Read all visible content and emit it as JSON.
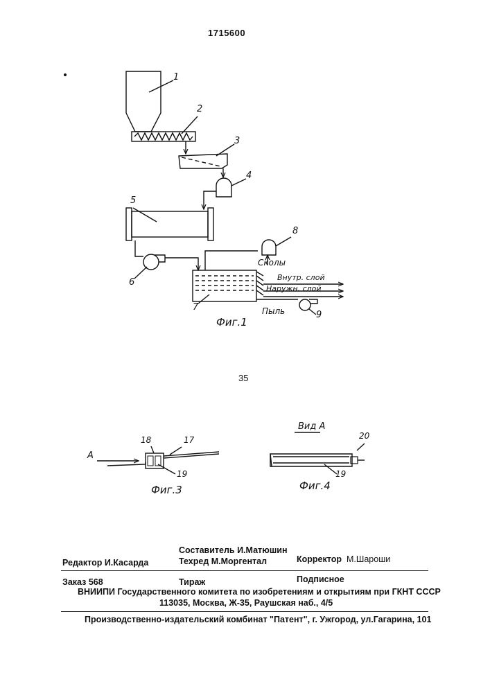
{
  "patent_number": "1715600",
  "page_number": "35",
  "fig1": {
    "caption": "Фиг.1",
    "labels": [
      "1",
      "2",
      "3",
      "4",
      "5",
      "6",
      "7",
      "8",
      "9"
    ],
    "out_chips": "Сколы",
    "out_inner": "Внутр. слой",
    "out_outer": "Наружн. слой",
    "out_dust": "Пыль"
  },
  "fig3": {
    "caption": "Фиг.3",
    "arrow_label": "А",
    "labels": [
      "18",
      "17",
      "19"
    ]
  },
  "fig4": {
    "caption": "Фиг.4",
    "view_label": "Вид А",
    "labels": [
      "20",
      "19"
    ]
  },
  "imprint": {
    "compiler": "Составитель И.Матюшин",
    "editor": "Редактор  И.Касарда",
    "techred": "Техред М.Моргентал",
    "corrector_label": "Корректор",
    "corrector_name": "М.Шароши",
    "order": "Заказ  568",
    "circulation": "Тираж",
    "subscription": "Подписное",
    "institute": "ВНИИПИ Государственного комитета по изобретениям и открытиям при ГКНТ СССР",
    "address": "113035, Москва, Ж-35, Раушская наб., 4/5",
    "publisher": "Производственно-издательский комбинат \"Патент\", г. Ужгород, ул.Гагарина, 101"
  }
}
